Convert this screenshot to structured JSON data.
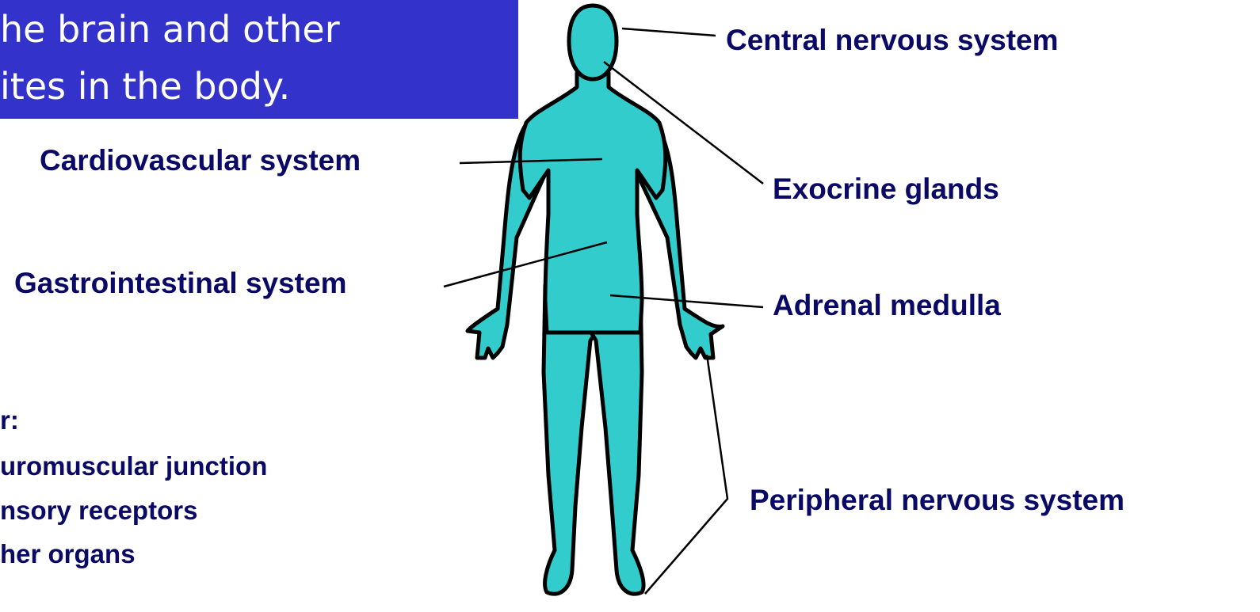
{
  "banner": {
    "line1": "he brain and other",
    "line2": "ites in the body."
  },
  "labels": {
    "central": "Central nervous system",
    "cardiovascular": "Cardiovascular system",
    "exocrine": "Exocrine glands",
    "gastrointestinal": "Gastrointestinal system",
    "adrenal": "Adrenal medulla",
    "peripheral": "Peripheral nervous system"
  },
  "list": {
    "heading": "r:",
    "items": [
      "uromuscular junction",
      "nsory receptors",
      "her organs"
    ]
  },
  "colors": {
    "banner": "#3333cc",
    "body_fill": "#33cccc",
    "text": "#0a0a66",
    "outline": "#000000"
  }
}
